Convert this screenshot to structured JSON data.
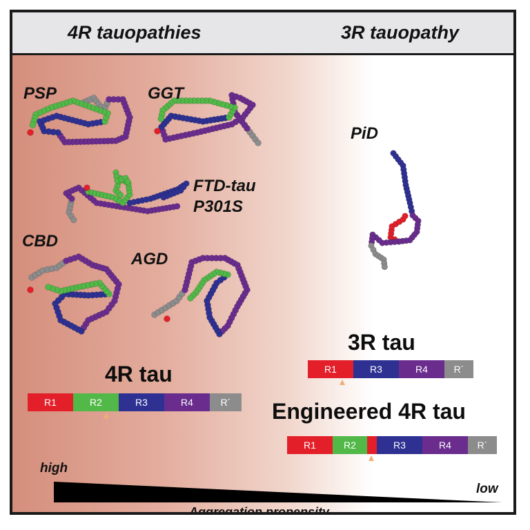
{
  "header": {
    "left": "4R tauopathies",
    "right": "3R tauopathy"
  },
  "structures": {
    "psp": "PSP",
    "ggt": "GGT",
    "ftd_line1": "FTD-tau",
    "ftd_line2": "P301S",
    "cbd": "CBD",
    "agd": "AGD",
    "pid": "PiD"
  },
  "constructs": {
    "tau4r": {
      "title": "4R tau",
      "segments": [
        "R1",
        "R2",
        "R3",
        "R4",
        "R´"
      ]
    },
    "tau3r": {
      "title": "3R tau",
      "segments": [
        "R1",
        "R3",
        "R4",
        "R´"
      ]
    },
    "engineered": {
      "title": "Engineered 4R tau",
      "segments": [
        "R1",
        "R2",
        "R3",
        "R4",
        "R´"
      ]
    }
  },
  "colors": {
    "R1": "#e3202a",
    "R2": "#52b848",
    "R3": "#2e3192",
    "R4": "#6a2d8e",
    "Rprime": "#8c8c8c",
    "marker": "#f2ad78",
    "background_gradient_start": "#d58e7c"
  },
  "axis": {
    "high": "high",
    "low": "low",
    "caption": "Aggregation propensity"
  }
}
